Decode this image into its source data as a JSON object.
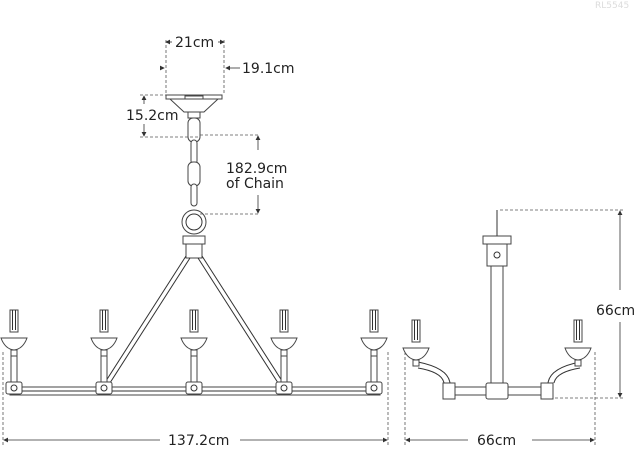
{
  "watermark": "RL5545",
  "dimensions": {
    "canopy_width": "21cm",
    "canopy_depth": "19.1cm",
    "canopy_height": "15.2cm",
    "chain_line1": "182.9cm",
    "chain_line2": "of Chain",
    "front_width": "137.2cm",
    "side_width": "66cm",
    "body_height": "66cm"
  }
}
